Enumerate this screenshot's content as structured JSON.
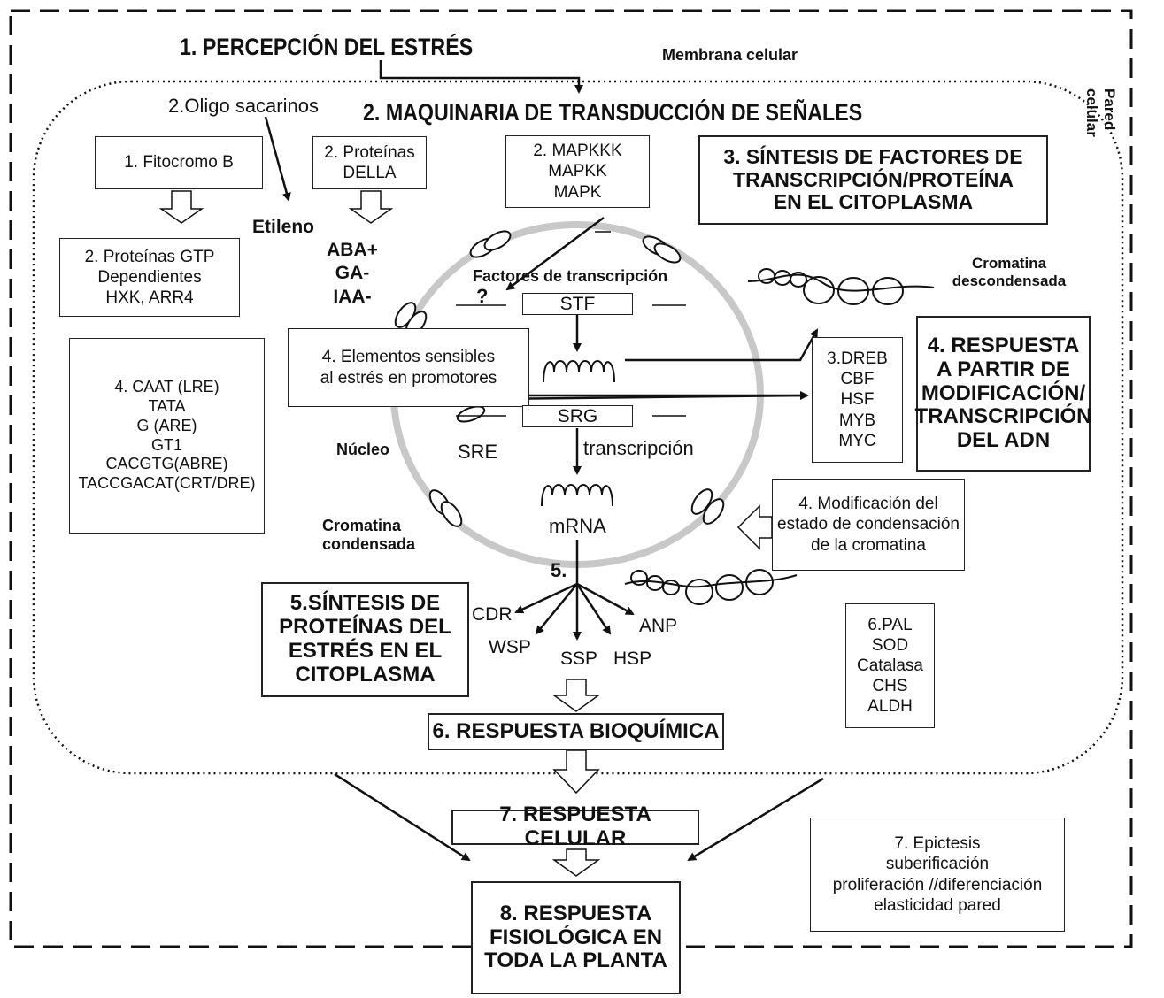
{
  "labels": {
    "pared_celular": "Pared celular",
    "membrana_celular": "Membrana celular",
    "percepcion": "1. PERCEPCIÓN DEL ESTRÉS",
    "oligo": "2.Oligo sacarinos",
    "maquinaria": "2. MAQUINARIA DE TRANSDUCCIÓN DE SEÑALES",
    "etileno": "Etileno",
    "hormonas": "ABA+\nGA-\nIAA-",
    "factores": "Factores de transcripción",
    "question": "?",
    "cromatina_desc": "Cromatina\ndescondensada",
    "nucleo": "Núcleo",
    "sre": "SRE",
    "transcripcion": "transcripción",
    "mrna": "mRNA",
    "cromatina_cond": "Cromatina\ncondensada",
    "num5": "5.",
    "cdr": "CDR",
    "wsp": "WSP",
    "ssp": "SSP",
    "hsp": "HSP",
    "anp": "ANP"
  },
  "boxes": {
    "fitocromo": "1. Fitocromo B",
    "della": "2. Proteínas\nDELLA",
    "mapk": "2. MAPKKK\nMAPKK\nMAPK",
    "sintesis_factores": "3. SÍNTESIS DE FACTORES DE\nTRANSCRIPCIÓN/PROTEÍNA\nEN EL CITOPLASMA",
    "gtp": "2. Proteínas GTP\nDependientes\nHXK, ARR4",
    "stf": "STF",
    "elementos": "4. Elementos sensibles\nal estrés en promotores",
    "dreb": "3.DREB\nCBF\nHSF\nMYB\nMYC",
    "respuesta_adn": "4. RESPUESTA\nA  PARTIR DE\nMODIFICACIÓN/\nTRANSCRIPCIÓN\nDEL ADN",
    "caat": "4. CAAT (LRE)\nTATA\nG (ARE)\nGT1\nCACGTG(ABRE)\nTACCGACAT(CRT/DRE)",
    "srg": "SRG",
    "modificacion": "4. Modificación del\nestado de condensación\nde la cromatina",
    "sintesis_proteinas": "5.SÍNTESIS DE\nPROTEÍNAS DEL\nESTRÉS EN EL\nCITOPLASMA",
    "pal": "6.PAL\nSOD\nCatalasa\nCHS\nALDH",
    "bioquimica": "6. RESPUESTA BIOQUÍMICA",
    "celular": "7. RESPUESTA CELULAR",
    "epictesis": "7. Epictesis\nsuberificación\nproliferación //diferenciación\nelasticidad pared",
    "fisiologica": "8. RESPUESTA\nFISIOLÓGICA EN\nTODA LA PLANTA"
  }
}
